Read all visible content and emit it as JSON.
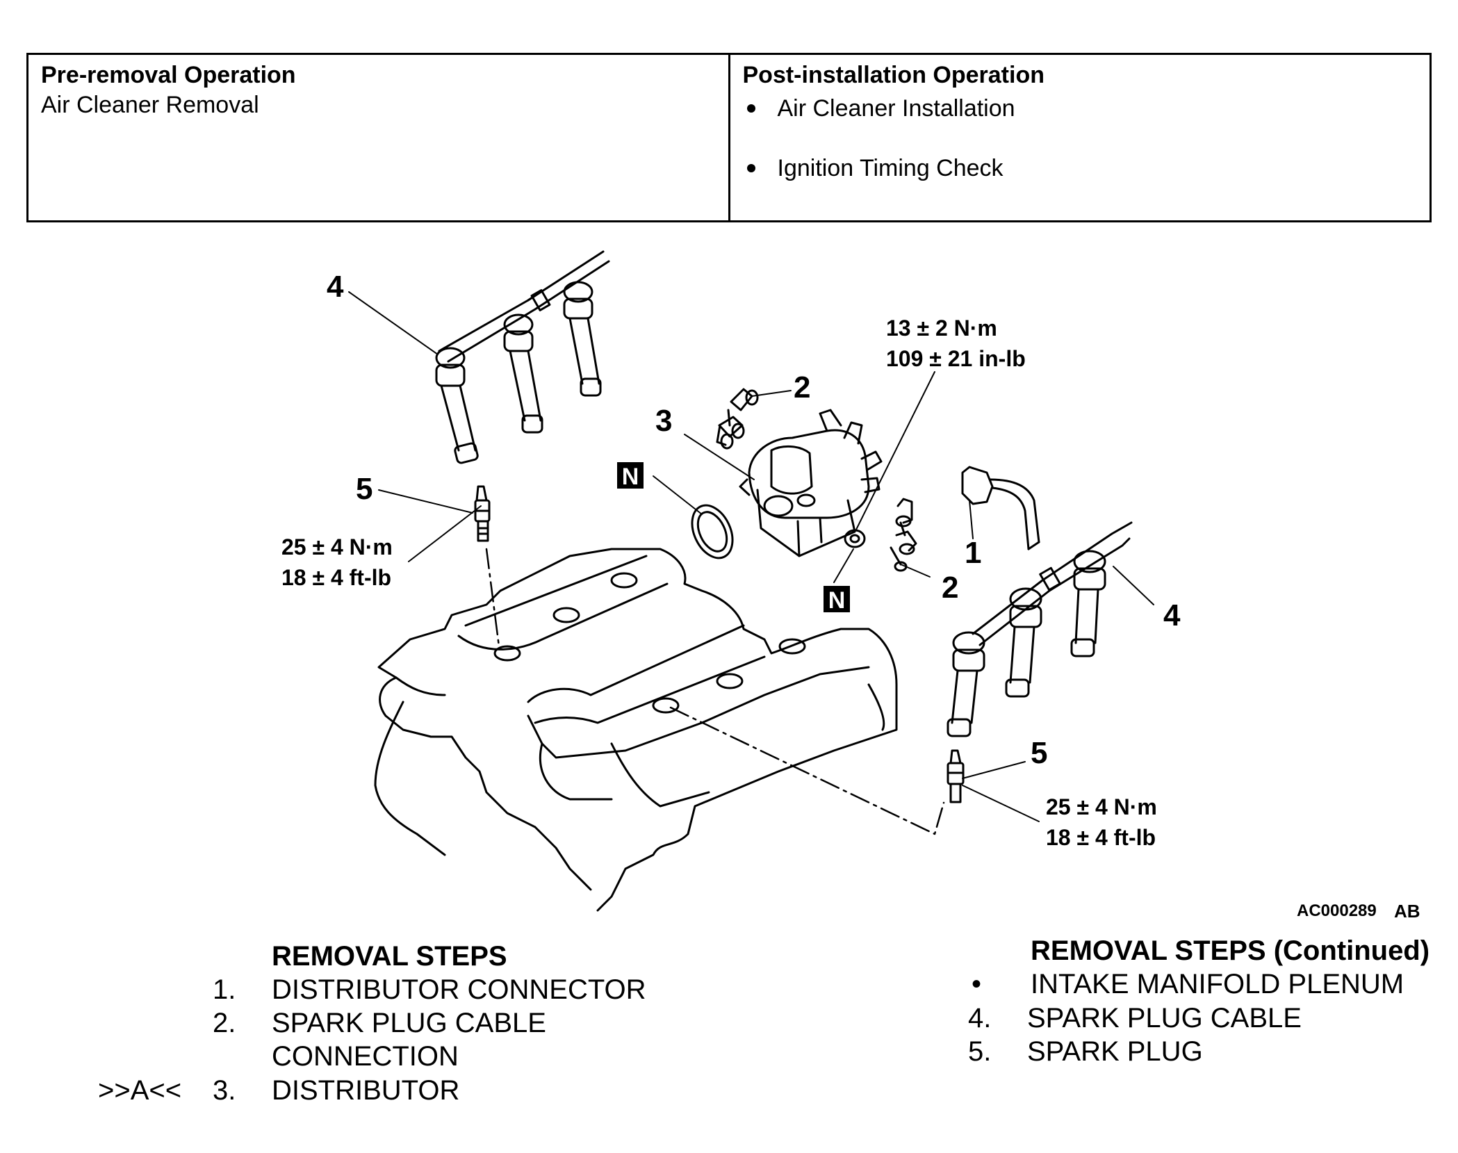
{
  "pre_removal": {
    "heading": "Pre-removal Operation",
    "items": [
      "Air Cleaner Removal"
    ]
  },
  "post_installation": {
    "heading": "Post-installation Operation",
    "items": [
      "Air Cleaner Installation",
      "Ignition Timing Check"
    ]
  },
  "diagram": {
    "callouts": {
      "c4_left": "4",
      "c5_left": "5",
      "c2_top": "2",
      "c3": "3",
      "c1": "1",
      "c2_right": "2",
      "c4_right": "4",
      "c5_right": "5",
      "n_washer": "N",
      "n_oring": "N"
    },
    "torque_distributor": [
      "13 ± 2 N·m",
      "109 ± 21 in-lb"
    ],
    "torque_plug_left": [
      "25 ± 4 N·m",
      "18 ± 4 ft-lb"
    ],
    "torque_plug_right": [
      "25 ± 4 N·m",
      "18 ± 4 ft-lb"
    ],
    "figure_id": "AC000289",
    "figure_suffix": "AB"
  },
  "removal_steps": {
    "heading": "REMOVAL STEPS",
    "items": [
      {
        "marker": "",
        "number": "1.",
        "text": "DISTRIBUTOR CONNECTOR"
      },
      {
        "marker": "",
        "number": "2.",
        "text": "SPARK PLUG CABLE"
      },
      {
        "marker": "",
        "number": "",
        "text": "CONNECTION"
      },
      {
        "marker": ">>A<<",
        "number": "3.",
        "text": "DISTRIBUTOR"
      }
    ]
  },
  "removal_steps_continued": {
    "heading": "REMOVAL STEPS (Continued)",
    "items": [
      {
        "number": "•",
        "text": "INTAKE MANIFOLD PLENUM"
      },
      {
        "number": "4.",
        "text": "SPARK PLUG CABLE"
      },
      {
        "number": "5.",
        "text": "SPARK PLUG"
      }
    ]
  }
}
